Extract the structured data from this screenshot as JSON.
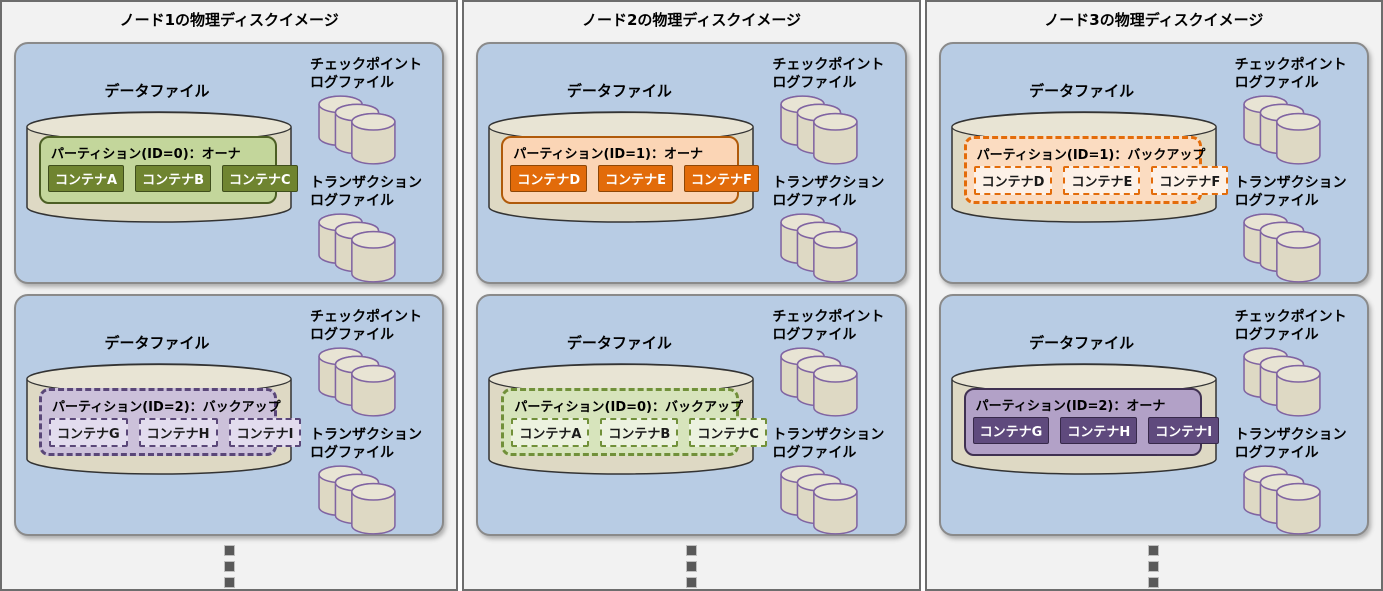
{
  "colors": {
    "panel_bg": "#f2f2f2",
    "panel_border": "#6d6d6d",
    "disk_box_bg": "#b8cce4",
    "disk_box_border": "#8a8a8a",
    "cylinder_fill": "#ded9c4",
    "cylinder_top_fill": "#e8e4d4",
    "data_cylinder_stroke": "#333333",
    "log_cylinder_stroke": "#8064a2",
    "ellipsis_color": "#595959",
    "partition_styles": {
      "green-solid": {
        "fill": "#c3d69b",
        "border": "#4c5f24",
        "border_style": "solid",
        "container_fill": "#6f8430",
        "container_border": "#3f4e1c",
        "container_text": "#ffffff"
      },
      "orange-solid": {
        "fill": "#fbd5b5",
        "border": "#b05a0a",
        "border_style": "solid",
        "container_fill": "#e26b0a",
        "container_border": "#8d4708",
        "container_text": "#ffffff"
      },
      "purple-solid": {
        "fill": "#b2a1c7",
        "border": "#403152",
        "border_style": "solid",
        "container_fill": "#5f4a7d",
        "container_border": "#37294a",
        "container_text": "#ffffff"
      },
      "purple-dashed": {
        "fill": "#ccc1da",
        "border": "#5a4778",
        "border_style": "dashed",
        "container_fill": "#e2dcee",
        "container_border": "#5a4778",
        "container_text": "#1a1a1a"
      },
      "green-dashed": {
        "fill": "#d7e4bc",
        "border": "#71903a",
        "border_style": "dashed",
        "container_fill": "#ecf2df",
        "container_border": "#71903a",
        "container_text": "#1a1a1a"
      },
      "orange-dashed": {
        "fill": "#fbdcc1",
        "border": "#e36c0a",
        "border_style": "dashed",
        "container_fill": "#fdf1e7",
        "container_border": "#e36c0a",
        "container_text": "#1a1a1a"
      }
    }
  },
  "labels": {
    "data_file": "データファイル",
    "checkpoint_log": [
      "チェックポイント",
      "ログファイル"
    ],
    "transaction_log": [
      "トランザクション",
      "ログファイル"
    ]
  },
  "icons": {
    "data_file": "large-disk-cylinder",
    "log_files": "stacked-disk-cylinders",
    "continuation": "vertical-ellipsis-squares"
  },
  "nodes": [
    {
      "title": "ノード1の物理ディスクイメージ",
      "disks": [
        {
          "partition": {
            "label": "パーティション(ID=0)：オーナ",
            "style": "green-solid",
            "containers": [
              "コンテナA",
              "コンテナB",
              "コンテナC"
            ]
          }
        },
        {
          "partition": {
            "label": "パーティション(ID=2)：バックアップ",
            "style": "purple-dashed",
            "containers": [
              "コンテナG",
              "コンテナH",
              "コンテナI"
            ]
          }
        }
      ]
    },
    {
      "title": "ノード2の物理ディスクイメージ",
      "disks": [
        {
          "partition": {
            "label": "パーティション(ID=1)：オーナ",
            "style": "orange-solid",
            "containers": [
              "コンテナD",
              "コンテナE",
              "コンテナF"
            ]
          }
        },
        {
          "partition": {
            "label": "パーティション(ID=0)：バックアップ",
            "style": "green-dashed",
            "containers": [
              "コンテナA",
              "コンテナB",
              "コンテナC"
            ]
          }
        }
      ]
    },
    {
      "title": "ノード3の物理ディスクイメージ",
      "disks": [
        {
          "partition": {
            "label": "パーティション(ID=1)：バックアップ",
            "style": "orange-dashed",
            "containers": [
              "コンテナD",
              "コンテナE",
              "コンテナF"
            ]
          }
        },
        {
          "partition": {
            "label": "パーティション(ID=2)：オーナ",
            "style": "purple-solid",
            "containers": [
              "コンテナG",
              "コンテナH",
              "コンテナI"
            ]
          }
        }
      ]
    }
  ]
}
